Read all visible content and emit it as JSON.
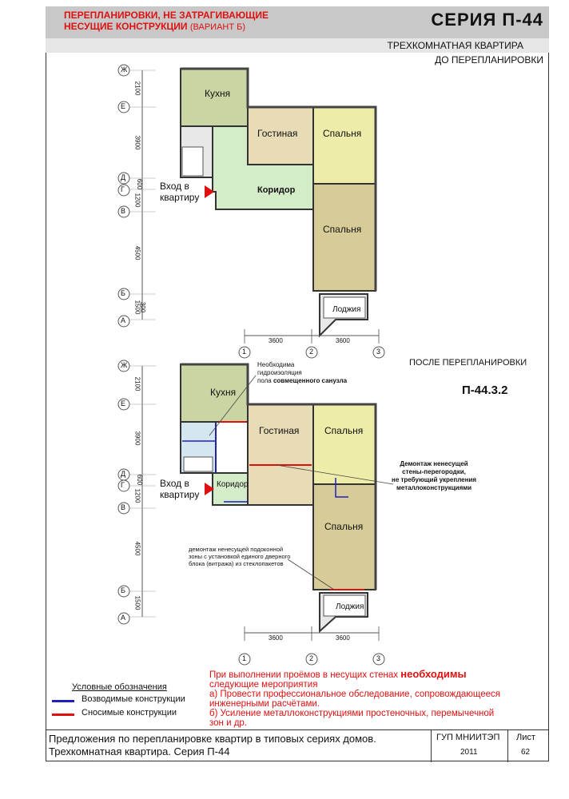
{
  "header": {
    "red_line1": "ПЕРЕПЛАНИРОВКИ, НЕ ЗАТРАГИВАЮЩИЕ",
    "red_line2": "НЕСУЩИЕ КОНСТРУКЦИИ",
    "red_variant": "(ВАРИАНТ Б)",
    "series": "СЕРИЯ  П-44",
    "subtitle": "ТРЕХКОМНАТНАЯ  КВАРТИРА",
    "before": "ДО ПЕРЕПЛАНИРОВКИ"
  },
  "plan_before": {
    "rooms": {
      "kitchen": "Кухня",
      "living": "Гостиная",
      "bedroom1": "Спальня",
      "bedroom2": "Спальня",
      "corridor": "Коридор",
      "loggia": "Лоджия"
    },
    "entrance_line1": "Вход в",
    "entrance_line2": "квартиру",
    "axes_letters": [
      "Ж",
      "Е",
      "Д",
      "Г",
      "В",
      "Б",
      "А"
    ],
    "dims_v": [
      "2100",
      "3900",
      "600",
      "1200",
      "4500",
      "1500",
      "300"
    ],
    "axes_numbers": [
      "1",
      "2",
      "3"
    ],
    "dims_h": [
      "3600",
      "3600"
    ]
  },
  "plan_after": {
    "after_title": "ПОСЛЕ ПЕРЕПЛАНИРОВКИ",
    "code": "П-44.3.2",
    "rooms": {
      "kitchen": "Кухня",
      "living": "Гостиная",
      "bedroom1": "Спальня",
      "bedroom2": "Спальня",
      "corridor": "Коридор",
      "loggia": "Лоджия"
    },
    "entrance_line1": "Вход в",
    "entrance_line2": "квартиру",
    "note_water_1": "Необходима",
    "note_water_2": "гидроизоляция",
    "note_water_3a": "пола ",
    "note_water_3b": "совмещенного санузла",
    "note_demolish_1": "Демонтаж ненесущей",
    "note_demolish_2": "стены-перегородки,",
    "note_demolish_3": "не требующий укрепления",
    "note_demolish_4": "металлоконструкциями",
    "note_sill_1": "демонтаж ненесущей подоконной",
    "note_sill_2": "зоны с установкой единого дверного",
    "note_sill_3": "блока (витража) из стеклопакетов",
    "axes_letters": [
      "Ж",
      "Е",
      "Д",
      "Г",
      "В",
      "Б",
      "А"
    ],
    "dims_v": [
      "2100",
      "3900",
      "600",
      "1200",
      "4500",
      "1500"
    ],
    "axes_numbers": [
      "1",
      "2",
      "3"
    ],
    "dims_h": [
      "3600",
      "3600"
    ]
  },
  "legend": {
    "title": "Условные   обозначения",
    "erected": "Возводимые конструкции",
    "removed": "Сносимые    конструкции",
    "erected_color": "#2020c0",
    "removed_color": "#e01010"
  },
  "requirements": {
    "intro_a": "При выполнении проёмов в несущих стенах ",
    "intro_b": "необходимы",
    "intro_c": "следующие мероприятия",
    "item_a1": "а) Провести профессиональное обследование, сопровождающееся",
    "item_a2": "инженерными расчётами.",
    "item_b1": "б) Усиление металлоконструкциями простеночных, перемычечной",
    "item_b2": "зон и др."
  },
  "footer": {
    "line1": "Предложения по перепланировке квартир в типовых сериях домов.",
    "line2": "Трехкомнатная квартира. Серия П-44",
    "org": "ГУП МНИИТЭП",
    "year": "2011",
    "sheet_label": "Лист",
    "sheet_num": "62"
  }
}
